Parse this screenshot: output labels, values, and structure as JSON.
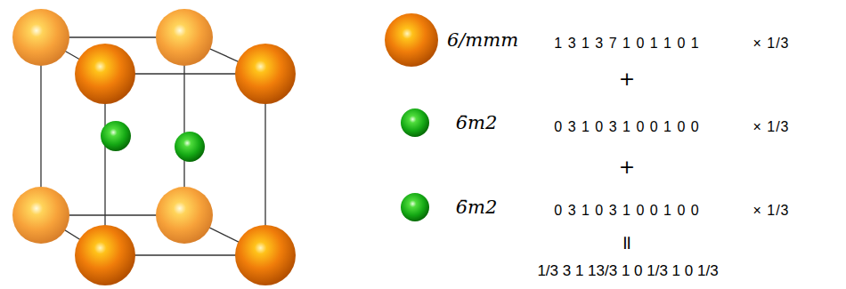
{
  "diagram": {
    "labels": [
      "6/mmm",
      "1 3 1 3 7 1 0 1 1 0 1",
      "× 1/3",
      "+",
      "6̄m2",
      "0 3 1 0 3 1 0 0 1 0 0",
      "× 1/3",
      "+",
      "6̄m2",
      "0 3 1 0 3 1 0 0 1 0 0",
      "× 1/3",
      "=",
      "1/3 3 1 13/3 1 0 1/3 1 0 1/3"
    ]
  }
}
